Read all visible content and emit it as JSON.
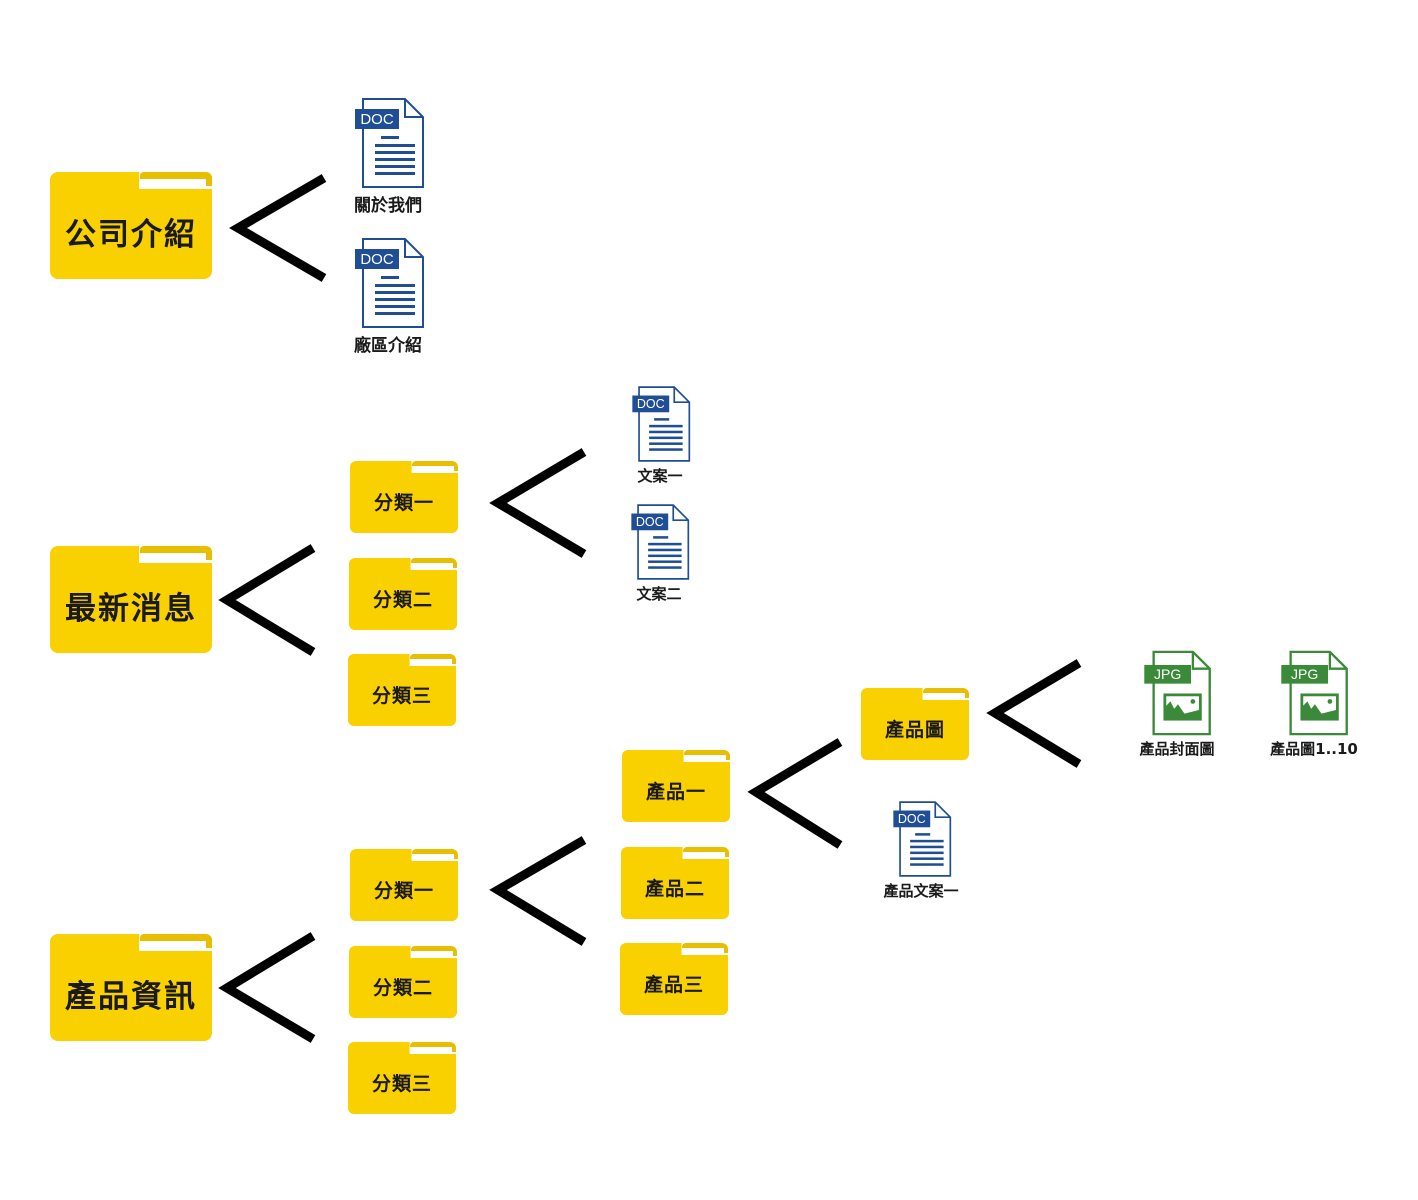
{
  "colors": {
    "folder": "#f9d000",
    "folder_tab": "#e8bf00",
    "doc_blue": "#1f4e96",
    "jpg_green": "#3b8a3a",
    "connector": "#000000"
  },
  "tree": {
    "company_intro": {
      "label": "公司介紹",
      "files": [
        {
          "type": "DOC",
          "name": "關於我們"
        },
        {
          "type": "DOC",
          "name": "廠區介紹"
        }
      ]
    },
    "news": {
      "label": "最新消息",
      "categories": [
        {
          "label": "分類一",
          "files": [
            {
              "type": "DOC",
              "name": "文案一"
            },
            {
              "type": "DOC",
              "name": "文案二"
            }
          ]
        },
        {
          "label": "分類二"
        },
        {
          "label": "分類三"
        }
      ]
    },
    "products": {
      "label": "產品資訊",
      "categories": [
        {
          "label": "分類一",
          "products": [
            {
              "label": "產品一",
              "children": {
                "image_folder": {
                  "label": "產品圖",
                  "files": [
                    {
                      "type": "JPG",
                      "name": "產品封面圖"
                    },
                    {
                      "type": "JPG",
                      "name": "產品圖1..10"
                    }
                  ]
                },
                "doc": {
                  "type": "DOC",
                  "name": "產品文案一"
                }
              }
            },
            {
              "label": "產品二"
            },
            {
              "label": "產品三"
            }
          ]
        },
        {
          "label": "分類二"
        },
        {
          "label": "分類三"
        }
      ]
    }
  }
}
